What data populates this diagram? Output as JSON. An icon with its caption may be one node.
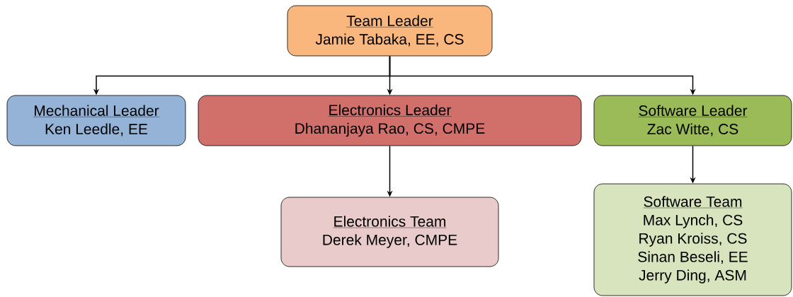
{
  "diagram": {
    "nodes": [
      {
        "text": [
          "Team Leader",
          "Jamie Tabaka, EE, CS"
        ]
      },
      {
        "text": [
          "Mechanical Leader",
          "Ken Leedle, EE"
        ]
      },
      {
        "text": [
          "Electronics Leader",
          "Dhananjaya Rao, CS, CMPE"
        ]
      },
      {
        "text": [
          "Software Leader",
          "Zac Witte, CS"
        ]
      },
      {
        "text": [
          "Electronics Team",
          "Derek Meyer, CMPE"
        ]
      },
      {
        "text": [
          "Software Team",
          "Max Lynch, CS",
          "Ryan Kroiss, CS",
          "Sinan Beseli, EE",
          "Jerry Ding, ASM"
        ]
      }
    ],
    "edges": [
      {
        "from": 0,
        "to": 1,
        "arrow": "to"
      },
      {
        "from": 0,
        "to": 2,
        "arrow": "to"
      },
      {
        "from": 0,
        "to": 3,
        "arrow": "to"
      },
      {
        "from": 2,
        "to": 4,
        "arrow": "to"
      },
      {
        "from": 3,
        "to": 5,
        "arrow": "to"
      }
    ]
  }
}
